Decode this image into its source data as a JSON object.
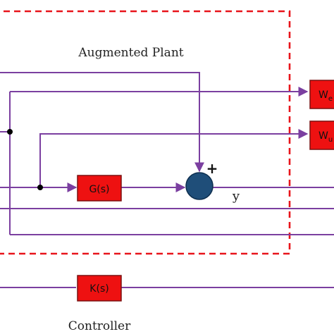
{
  "diagram": {
    "plant_box_title": "Augmented Plant",
    "controller_caption": "Controller",
    "blocks": {
      "g": "G(s)",
      "k": "K(s)",
      "w_top": "W",
      "w_top_sub": "e",
      "w_mid": "W",
      "w_mid_sub": "u"
    },
    "summing_sign": "+",
    "output_label": "y",
    "colors": {
      "wire": "#7B3FA0",
      "block_fill": "#EE1111",
      "block_border": "#7A1010",
      "sum_fill": "#1F4E79",
      "dashed_border": "#E8141B",
      "text": "#222222"
    }
  }
}
